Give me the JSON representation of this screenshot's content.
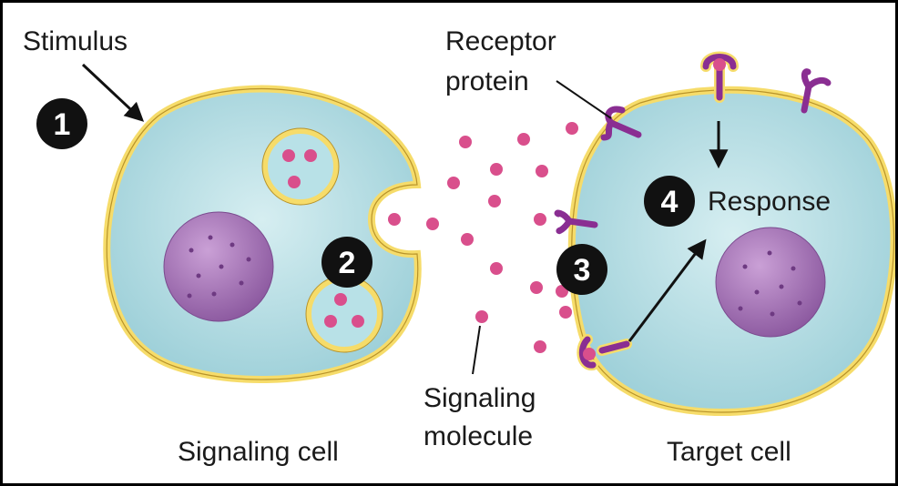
{
  "labels": {
    "stimulus": "Stimulus",
    "receptor_line1": "Receptor",
    "receptor_line2": "protein",
    "response": "Response",
    "signaling_line1": "Signaling",
    "signaling_line2": "molecule",
    "signaling_cell": "Signaling cell",
    "target_cell": "Target cell"
  },
  "steps": [
    "1",
    "2",
    "3",
    "4"
  ],
  "colors": {
    "cytoplasm": "#a9d8df",
    "membrane": "#f6dc6a",
    "membrane_edge": "#b8932a",
    "nucleus": "#a774b8",
    "signal_molecule": "#d94f8c",
    "receptor": "#8a2e92",
    "badge": "#111111",
    "arrow": "#111111"
  }
}
